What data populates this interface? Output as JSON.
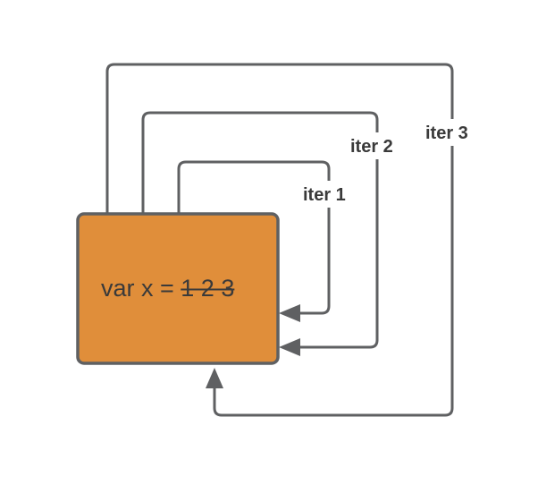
{
  "colors": {
    "box_fill": "#e08e3a",
    "box_stroke": "#5f6062",
    "line": "#5f6062",
    "text": "#3a3a3a"
  },
  "box": {
    "prefix": "var x = ",
    "struck_values": "1 2 3"
  },
  "loops": [
    {
      "label": "iter 1"
    },
    {
      "label": "iter 2"
    },
    {
      "label": "iter 3"
    }
  ]
}
